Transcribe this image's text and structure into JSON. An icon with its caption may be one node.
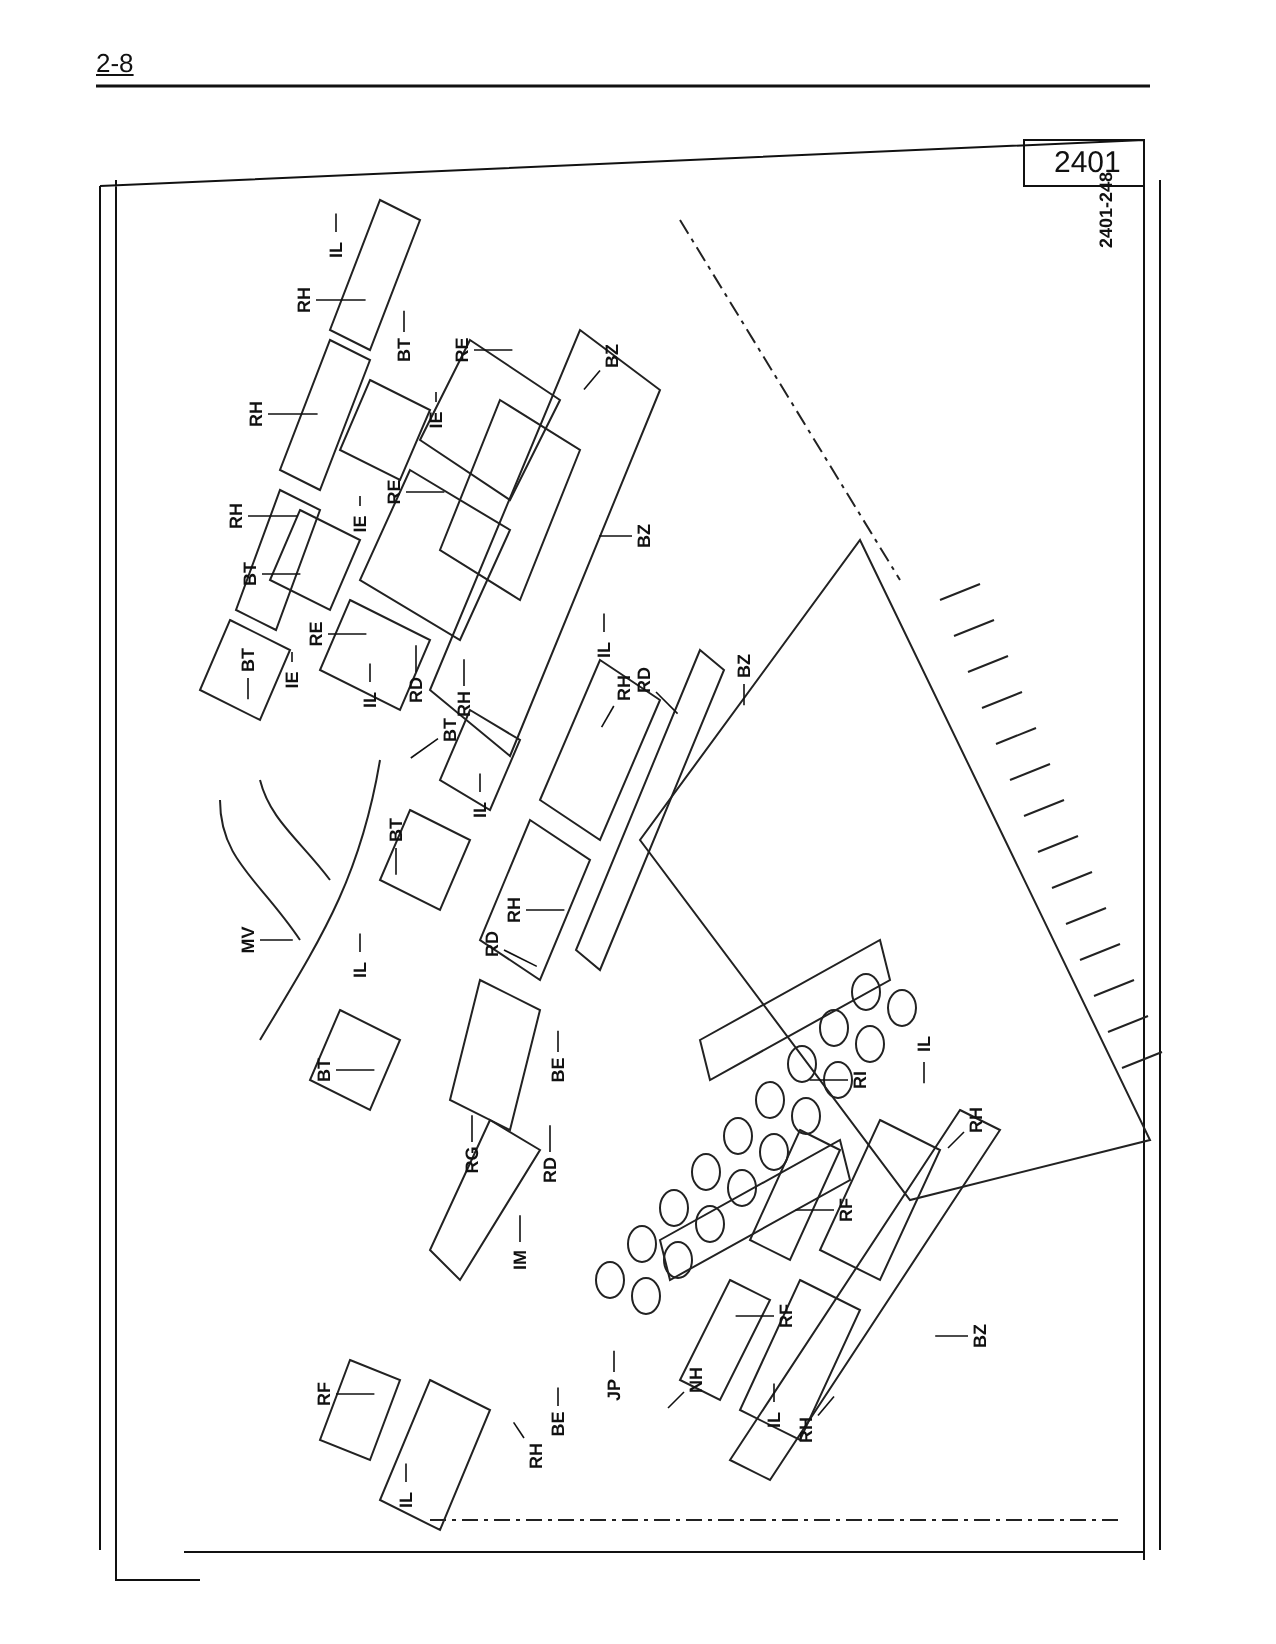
{
  "diagram": {
    "nodes": [
      {
        "text": [
          "IL"
        ]
      },
      {
        "text": [
          "RH"
        ]
      },
      {
        "text": [
          "RH"
        ]
      },
      {
        "text": [
          "RH"
        ]
      },
      {
        "text": [
          "BT"
        ]
      },
      {
        "text": [
          "IE"
        ]
      },
      {
        "text": [
          "RE"
        ]
      },
      {
        "text": [
          "BZ"
        ]
      },
      {
        "text": [
          "RE"
        ]
      },
      {
        "text": [
          "IE"
        ]
      },
      {
        "text": [
          "BT"
        ]
      },
      {
        "text": [
          "RE"
        ]
      },
      {
        "text": [
          "IE"
        ]
      },
      {
        "text": [
          "BT"
        ]
      },
      {
        "text": [
          "IL"
        ]
      },
      {
        "text": [
          "RD"
        ]
      },
      {
        "text": [
          "RH"
        ]
      },
      {
        "text": [
          "BZ"
        ]
      },
      {
        "text": [
          "IL"
        ]
      },
      {
        "text": [
          "RH"
        ]
      },
      {
        "text": [
          "RD"
        ]
      },
      {
        "text": [
          "BZ"
        ]
      },
      {
        "text": [
          "BT"
        ]
      },
      {
        "text": [
          "IL"
        ]
      },
      {
        "text": [
          "BT"
        ]
      },
      {
        "text": [
          "RH"
        ]
      },
      {
        "text": [
          "RD"
        ]
      },
      {
        "text": [
          "MV"
        ]
      },
      {
        "text": [
          "IL"
        ]
      },
      {
        "text": [
          "BT"
        ]
      },
      {
        "text": [
          "BE"
        ]
      },
      {
        "text": [
          "RG"
        ]
      },
      {
        "text": [
          "RD"
        ]
      },
      {
        "text": [
          "IM"
        ]
      },
      {
        "text": [
          "RI"
        ]
      },
      {
        "text": [
          "IL"
        ]
      },
      {
        "text": [
          "RH"
        ]
      },
      {
        "text": [
          "RF"
        ]
      },
      {
        "text": [
          "RF"
        ]
      },
      {
        "text": [
          "RF"
        ]
      },
      {
        "text": [
          "JP"
        ]
      },
      {
        "text": [
          "NH"
        ]
      },
      {
        "text": [
          "IL"
        ]
      },
      {
        "text": [
          "RH"
        ]
      },
      {
        "text": [
          "BZ"
        ]
      },
      {
        "text": [
          "BE"
        ]
      },
      {
        "text": [
          "RH"
        ]
      },
      {
        "text": [
          "IL"
        ]
      }
    ],
    "edges": [
      {
        "from": 0,
        "to": null,
        "arrow": "none"
      },
      {
        "from": 1,
        "to": null,
        "arrow": "none"
      },
      {
        "from": 2,
        "to": null,
        "arrow": "none"
      },
      {
        "from": 3,
        "to": null,
        "arrow": "none"
      },
      {
        "from": 4,
        "to": null,
        "arrow": "none"
      },
      {
        "from": 5,
        "to": null,
        "arrow": "none"
      },
      {
        "from": 6,
        "to": null,
        "arrow": "none"
      },
      {
        "from": 7,
        "to": null,
        "arrow": "none"
      },
      {
        "from": 8,
        "to": null,
        "arrow": "none"
      },
      {
        "from": 9,
        "to": null,
        "arrow": "none"
      },
      {
        "from": 10,
        "to": null,
        "arrow": "none"
      },
      {
        "from": 11,
        "to": null,
        "arrow": "none"
      },
      {
        "from": 12,
        "to": null,
        "arrow": "none"
      },
      {
        "from": 13,
        "to": null,
        "arrow": "none"
      },
      {
        "from": 14,
        "to": null,
        "arrow": "none"
      },
      {
        "from": 15,
        "to": null,
        "arrow": "none"
      },
      {
        "from": 16,
        "to": null,
        "arrow": "none"
      },
      {
        "from": 17,
        "to": null,
        "arrow": "none"
      },
      {
        "from": 18,
        "to": null,
        "arrow": "none"
      },
      {
        "from": 19,
        "to": null,
        "arrow": "none"
      },
      {
        "from": 20,
        "to": null,
        "arrow": "none"
      },
      {
        "from": 21,
        "to": null,
        "arrow": "none"
      },
      {
        "from": 22,
        "to": null,
        "arrow": "none"
      },
      {
        "from": 23,
        "to": null,
        "arrow": "none"
      },
      {
        "from": 24,
        "to": null,
        "arrow": "none"
      },
      {
        "from": 25,
        "to": null,
        "arrow": "none"
      },
      {
        "from": 26,
        "to": null,
        "arrow": "none"
      },
      {
        "from": 27,
        "to": null,
        "arrow": "none"
      },
      {
        "from": 28,
        "to": null,
        "arrow": "none"
      },
      {
        "from": 29,
        "to": null,
        "arrow": "none"
      },
      {
        "from": 30,
        "to": null,
        "arrow": "none"
      },
      {
        "from": 31,
        "to": null,
        "arrow": "none"
      },
      {
        "from": 32,
        "to": null,
        "arrow": "none"
      },
      {
        "from": 33,
        "to": null,
        "arrow": "none"
      },
      {
        "from": 34,
        "to": null,
        "arrow": "none"
      },
      {
        "from": 35,
        "to": null,
        "arrow": "none"
      },
      {
        "from": 36,
        "to": null,
        "arrow": "none"
      },
      {
        "from": 37,
        "to": null,
        "arrow": "none"
      },
      {
        "from": 38,
        "to": null,
        "arrow": "none"
      },
      {
        "from": 39,
        "to": null,
        "arrow": "none"
      },
      {
        "from": 40,
        "to": null,
        "arrow": "none"
      },
      {
        "from": 41,
        "to": null,
        "arrow": "none"
      },
      {
        "from": 42,
        "to": null,
        "arrow": "none"
      },
      {
        "from": 43,
        "to": null,
        "arrow": "none"
      },
      {
        "from": 44,
        "to": null,
        "arrow": "none"
      },
      {
        "from": 45,
        "to": null,
        "arrow": "none"
      },
      {
        "from": 46,
        "to": null,
        "arrow": "none"
      },
      {
        "from": 47,
        "to": null,
        "arrow": "none"
      }
    ],
    "labels": [
      "2-8",
      "2401",
      "2401-248"
    ]
  }
}
